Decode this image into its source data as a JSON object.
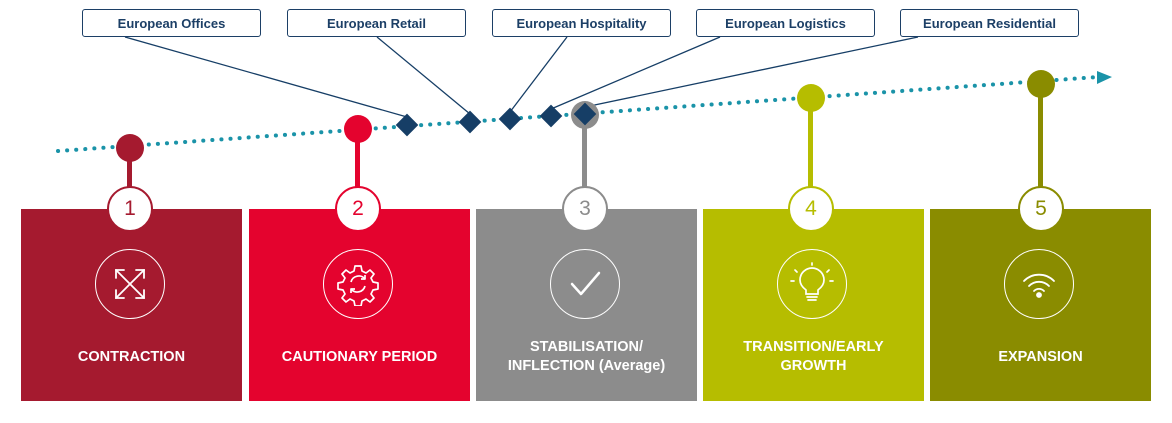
{
  "sector_labels": [
    {
      "label": "European Offices"
    },
    {
      "label": "European Retail"
    },
    {
      "label": "European Hospitality"
    },
    {
      "label": "European Logistics"
    },
    {
      "label": "European Residential"
    }
  ],
  "stages": [
    {
      "number": "1",
      "title": "CONTRACTION",
      "color": "#a51a2f",
      "icon": "arrows-expand-icon"
    },
    {
      "number": "2",
      "title": "CAUTIONARY PERIOD",
      "color": "#e4032e",
      "icon": "gear-refresh-icon"
    },
    {
      "number": "3",
      "title": "STABILISATION/\nINFLECTION (Average)",
      "color": "#8c8c8c",
      "icon": "checkmark-icon"
    },
    {
      "number": "4",
      "title": "TRANSITION/EARLY\nGROWTH",
      "color": "#b6bd00",
      "icon": "lightbulb-icon"
    },
    {
      "number": "5",
      "title": "EXPANSION",
      "color": "#8a8c00",
      "icon": "wifi-signal-icon"
    }
  ],
  "colors": {
    "trend_line": "#1a93a8",
    "marker": "#163e66",
    "label_border": "#1c3f66"
  }
}
